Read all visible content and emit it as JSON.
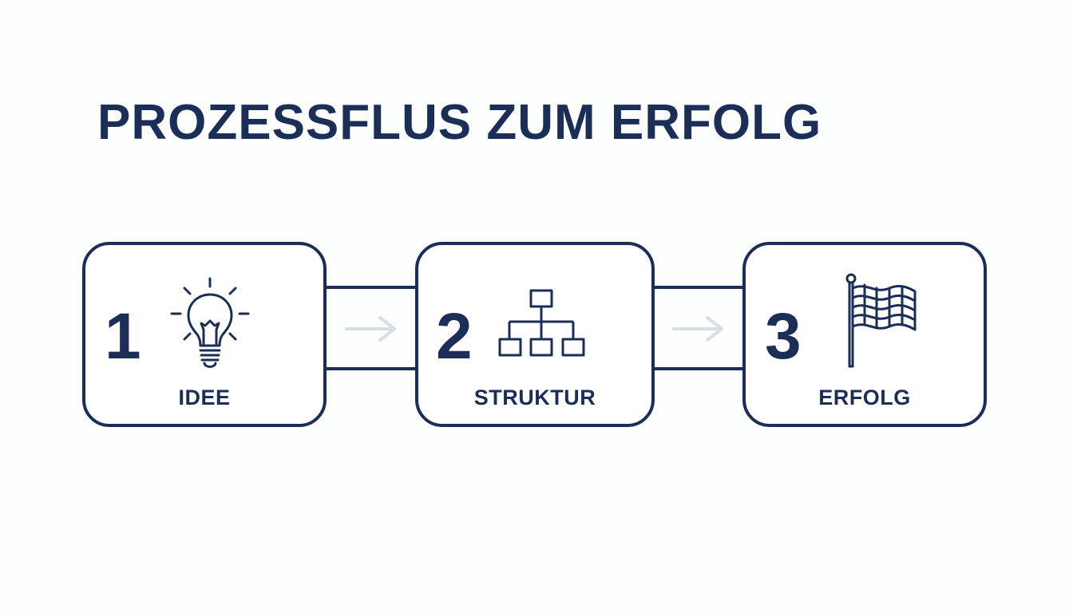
{
  "diagram": {
    "title": "PROZESSFLUS ZUM ERFOLG",
    "steps": [
      {
        "number": "1",
        "label": "IDEE",
        "icon": "lightbulb-icon"
      },
      {
        "number": "2",
        "label": "STRUKTUR",
        "icon": "hierarchy-icon"
      },
      {
        "number": "3",
        "label": "ERFOLG",
        "icon": "checkered-flag-icon"
      }
    ],
    "colors": {
      "primary": "#1b2e57",
      "arrow": "#d9dde4",
      "background": "#fdfefe"
    }
  }
}
